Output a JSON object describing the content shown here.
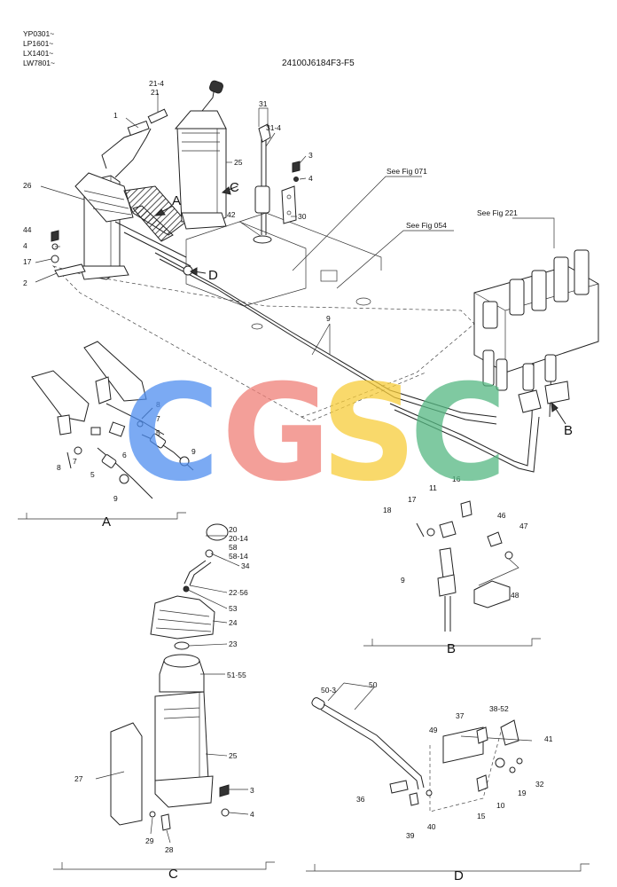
{
  "header": {
    "serial_lines": [
      "YP0301~",
      "LP1601~",
      "LX1401~",
      "LW7801~"
    ],
    "drawing_code": "24100J6184F3-F5"
  },
  "references": {
    "fig071": "See Fig 071",
    "fig054": "See Fig 054",
    "fig221": "See Fig 221"
  },
  "view_markers": {
    "a": "A",
    "b": "B",
    "c": "C",
    "d": "D"
  },
  "section_labels": {
    "a": "A",
    "b": "B",
    "c": "C",
    "d": "D"
  },
  "part_labels": {
    "main": [
      "1",
      "21-4",
      "21",
      "26",
      "25",
      "31",
      "31-4",
      "3",
      "4",
      "30",
      "42",
      "44",
      "4",
      "17",
      "2",
      "9"
    ],
    "detail_a": [
      "8",
      "7",
      "5",
      "6",
      "8",
      "7",
      "5",
      "9",
      "9"
    ],
    "detail_b": [
      "16",
      "11",
      "17",
      "18",
      "46",
      "47",
      "9",
      "48"
    ],
    "detail_c": [
      "20",
      "20-14",
      "58",
      "58-14",
      "34",
      "22·56",
      "53",
      "24",
      "23",
      "51·55",
      "25",
      "27",
      "3",
      "4",
      "29",
      "28"
    ],
    "detail_d": [
      "50-3",
      "50",
      "37",
      "38-52",
      "49",
      "41",
      "36",
      "39",
      "40",
      "15",
      "10",
      "19",
      "32"
    ]
  },
  "watermark": {
    "letters": [
      "C",
      "G",
      "S",
      "C"
    ],
    "colors": [
      "#4f8ef0",
      "#f08078",
      "#f8cd3a",
      "#55b882"
    ]
  }
}
